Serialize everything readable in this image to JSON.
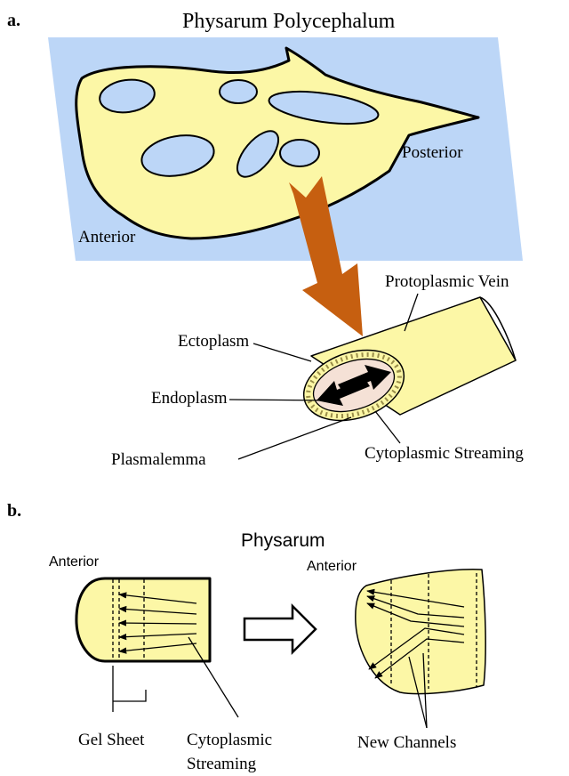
{
  "panel_a": {
    "tag": "a.",
    "title": "Physarum Polycephalum",
    "anterior": "Anterior",
    "posterior": "Posterior",
    "vein_label": "Protoplasmic Vein",
    "ectoplasm": "Ectoplasm",
    "endoplasm": "Endoplasm",
    "plasmalemma": "Plasmalemma",
    "streaming": "Cytoplasmic Streaming"
  },
  "panel_b": {
    "tag": "b.",
    "title": "Physarum",
    "anterior_left": "Anterior",
    "anterior_right": "Anterior",
    "gel_sheet": "Gel Sheet",
    "streaming_line1": "Cytoplasmic",
    "streaming_line2": "Streaming",
    "new_channels": "New Channels"
  },
  "colors": {
    "substrate": "#bcd6f7",
    "cell": "#fcf7a6",
    "outline": "#000000",
    "projection_arrow": "#c65f10",
    "endoplasm": "#f5e1d6",
    "ectoplasm_dots": "#9a8e4a"
  }
}
